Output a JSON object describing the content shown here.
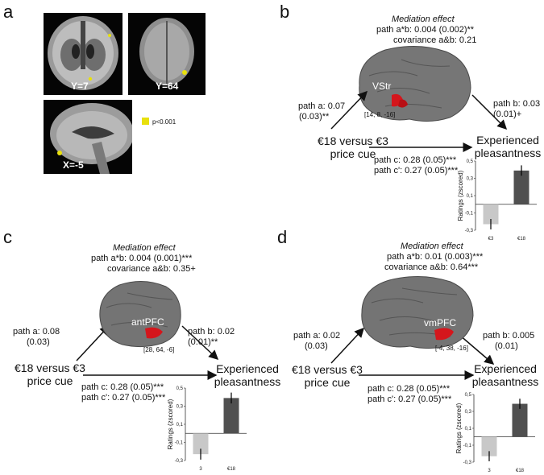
{
  "panel_a": {
    "letter": "a",
    "slices": [
      {
        "label": "Y=7"
      },
      {
        "label": "Y=64"
      },
      {
        "label": "X=-5"
      }
    ],
    "legend": {
      "text": "p<0.001",
      "color": "#e8e00c"
    }
  },
  "panels": [
    {
      "letter": "b",
      "mediation_title": "Mediation effect",
      "path_ab": "path a*b: 0.004 (0.002)**",
      "covariance": "covariance a&b: 0.21",
      "region": "VStr",
      "coords": "[14, 8, -16]",
      "path_a": [
        "path a: 0.07",
        "(0.03)**"
      ],
      "path_b": [
        "path b: 0.03",
        "(0.01)+"
      ],
      "cue": [
        "€18 versus €3",
        "price cue"
      ],
      "outcome": [
        "Experienced",
        "pleasantness"
      ],
      "path_c": "path c: 0.28 (0.05)***",
      "path_c_prime": "path c': 0.27 (0.05)***"
    },
    {
      "letter": "c",
      "mediation_title": "Mediation effect",
      "path_ab": "path a*b: 0.004 (0.001)***",
      "covariance": "covariance a&b: 0.35+",
      "region": "antPFC",
      "coords": "[28, 64, -6]",
      "path_a": [
        "path a: 0.08",
        "(0.03)"
      ],
      "path_b": [
        "path b: 0.02",
        "(0.01)**"
      ],
      "cue": [
        "€18 versus €3",
        "price cue"
      ],
      "outcome": [
        "Experienced",
        "pleasantness"
      ],
      "path_c": "path c: 0.28 (0.05)***",
      "path_c_prime": "path c': 0.27 (0.05)***"
    },
    {
      "letter": "d",
      "mediation_title": "Mediation effect",
      "path_ab": "path a*b: 0.01 (0.003)***",
      "covariance": "covariance a&b: 0.64***",
      "region": "vmPFC",
      "coords": "[-4, 38, -16]",
      "path_a": [
        "path a: 0.02",
        "(0.03)"
      ],
      "path_b": [
        "path b: 0.005",
        "(0.01)"
      ],
      "cue": [
        "€18 versus €3",
        "price cue"
      ],
      "outcome": [
        "Experienced",
        "pleasantness"
      ],
      "path_c": "path c: 0.28 (0.05)***",
      "path_c_prime": "path c': 0.27 (0.05)***"
    }
  ],
  "chart_data": [
    {
      "type": "bar",
      "panel": "b",
      "categories": [
        "€3",
        "€18"
      ],
      "values": [
        -0.23,
        0.39
      ],
      "errors": [
        0.06,
        0.06
      ],
      "colors": [
        "#c8c8c8",
        "#505050"
      ],
      "ylabel": "Ratings (zscored)",
      "ylim": [
        -0.3,
        0.5
      ],
      "yticks": [
        "0,5",
        "0,3",
        "0,1",
        "-0,1",
        "-0,3"
      ]
    },
    {
      "type": "bar",
      "panel": "c",
      "categories": [
        "3",
        "€18"
      ],
      "values": [
        -0.23,
        0.39
      ],
      "errors": [
        0.06,
        0.06
      ],
      "colors": [
        "#c8c8c8",
        "#505050"
      ],
      "ylabel": "Ratings (zscored)",
      "ylim": [
        -0.3,
        0.5
      ],
      "yticks": [
        "0,5",
        "0,3",
        "0,1",
        "-0,1",
        "-0,3"
      ]
    },
    {
      "type": "bar",
      "panel": "d",
      "categories": [
        "3",
        "€18"
      ],
      "values": [
        -0.23,
        0.39
      ],
      "errors": [
        0.06,
        0.06
      ],
      "colors": [
        "#c8c8c8",
        "#505050"
      ],
      "ylabel": "Ratings (zscored)",
      "ylim": [
        -0.3,
        0.5
      ],
      "yticks": [
        "0,5",
        "0,3",
        "0,1",
        "-0,1",
        "-0,3"
      ]
    }
  ]
}
